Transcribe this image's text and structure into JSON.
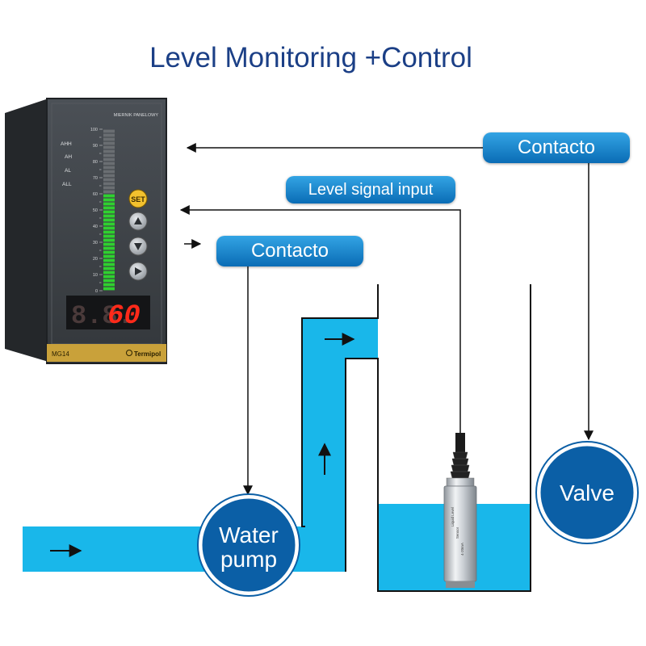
{
  "title": "Level Monitoring +Control",
  "labels": {
    "contact_top": "Contacto",
    "level_signal": "Level signal input",
    "contact_left": "Contacto",
    "water_pump_line1": "Water",
    "water_pump_line2": "pump",
    "valve": "Valve"
  },
  "meter": {
    "brand_header": "MIERNIK PANELOWY",
    "alarm_labels": [
      "AHH",
      "AH",
      "AL",
      "ALL"
    ],
    "scale_ticks": [
      "100",
      "90",
      "80",
      "70",
      "60",
      "50",
      "40",
      "30",
      "20",
      "10",
      "0"
    ],
    "level_percent": 60,
    "display_dim": "8.8.",
    "display_value": "60",
    "buttons": {
      "set": "SET"
    },
    "model": "MG14",
    "manufacturer": "Termipol"
  },
  "sensor": {
    "label_lines": [
      "Liquid Level",
      "Sensor",
      "4-20mA"
    ]
  },
  "colors": {
    "title": "#1b3f86",
    "water": "#19b7ea",
    "pipe_outline": "#111111",
    "pill_top": "#33a4e4",
    "pill_bottom": "#0a6cb5",
    "circle": "#0b5fa6",
    "meter_body": "#3d4146",
    "bar_green": "#2fd12f",
    "display_red": "#ff2a1a",
    "bottom_strip": "#c9a13a"
  }
}
